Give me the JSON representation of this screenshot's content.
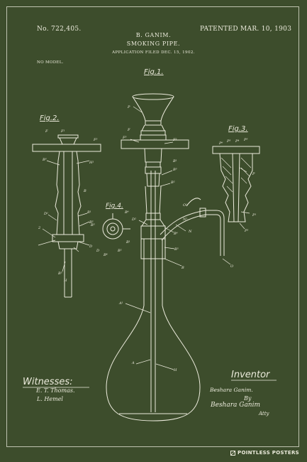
{
  "header": {
    "patent_number": "No. 722,405.",
    "patent_date": "PATENTED MAR. 10, 1903",
    "inventor": "B. GANIM.",
    "title": "SMOKING PIPE.",
    "filed": "APPLICATION FILED DEC. 15, 1902.",
    "model_note": "NO MODEL."
  },
  "figures": {
    "fig1": "Fig.1.",
    "fig2": "Fig.2.",
    "fig3": "Fig.3.",
    "fig4": "Fig.4."
  },
  "labels": {
    "f1_P": "P",
    "f1_F3": "F³",
    "f1_F": "F",
    "f1_F2": "F²",
    "f1_B3": "B³",
    "f1_B2": "B²",
    "f1_B1": "B¹",
    "f1_D2": "D²",
    "f1_B6": "B⁶",
    "f1_B5": "B⁵",
    "f1_B": "B",
    "f1_O1": "O¹",
    "f1_N": "N",
    "f1_N1": "N¹",
    "f1_O": "O",
    "f1_A1": "A¹",
    "f1_A": "A",
    "f1_H": "H",
    "f2_F": "F",
    "f2_F1": "F¹",
    "f2_F2": "F²",
    "f2_B3": "B³",
    "f2_H1": "H¹",
    "f2_B": "B",
    "f2_B1": "B¹",
    "f2_B2": "B²",
    "f2_D": "D",
    "f2_D1": "D¹",
    "f2_B5": "B⁵",
    "f2_H": "H",
    "f2_2": "2",
    "f3_P6": "P⁶",
    "f3_P3": "P³",
    "f3_P4": "P⁴",
    "f3_P5": "P⁵",
    "f3_P": "P",
    "f3_P1": "P¹",
    "f3_P2": "P²",
    "f4_B5": "B⁵",
    "f4_B4": "B⁴",
    "f4_B6": "B⁶",
    "f4_B1": "B¹",
    "f4_B2": "B²",
    "f4_D": "D"
  },
  "witnesses": {
    "heading": "Witnesses:",
    "witness_1": "E. T. Thomas.",
    "witness_2": "L. Hemel"
  },
  "inventor_block": {
    "heading": "Inventor",
    "name": "Beshara Ganim.",
    "by": "By",
    "signature": "Beshara Ganim",
    "attorney": "Atty"
  },
  "brand": "POINTLESS POSTERS",
  "colors": {
    "background": "#3d4d2c",
    "ink": "#ecebdc"
  }
}
